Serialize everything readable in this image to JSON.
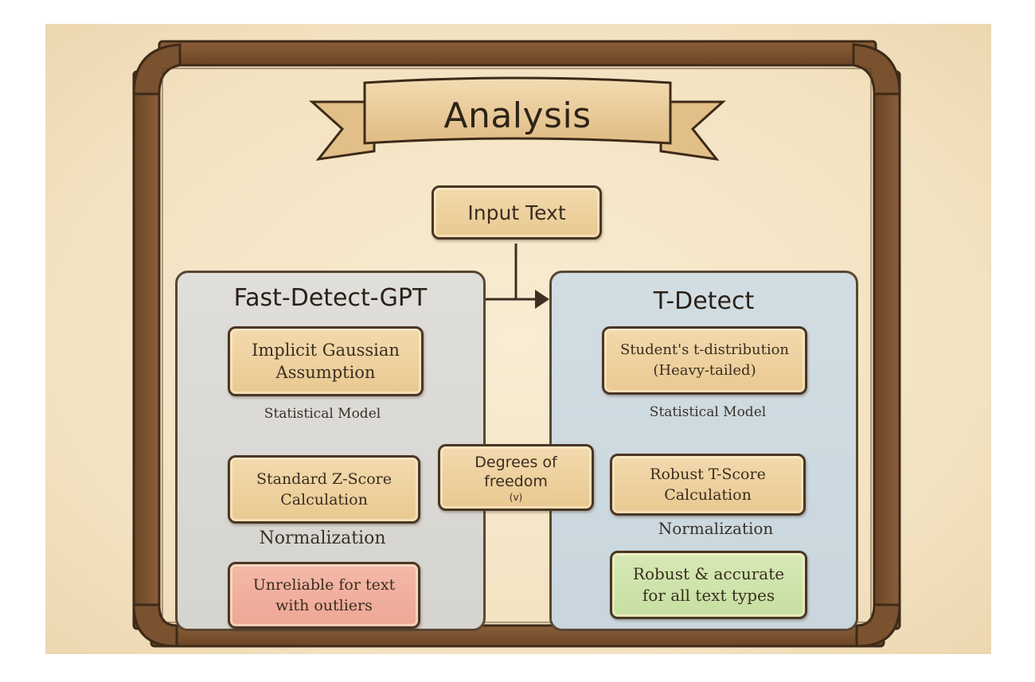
{
  "title": "Analysis",
  "input_node": "Input Text",
  "left_panel": {
    "title": "Fast-Detect-GPT",
    "model_box": {
      "line1": "Implicit Gaussian",
      "line2": "Assumption"
    },
    "model_label": "Statistical Model",
    "score_box": {
      "line1": "Standard Z-Score",
      "line2": "Calculation"
    },
    "norm_label": "Normalization",
    "result_box": {
      "line1": "Unreliable for text",
      "line2": "with outliers"
    }
  },
  "right_panel": {
    "title": "T-Detect",
    "model_box": {
      "line1": "Student's t-distribution",
      "line2": "(Heavy-tailed)"
    },
    "model_label": "Statistical Model",
    "score_box": {
      "line1": "Robust T-Score",
      "line2": "Calculation"
    },
    "norm_label": "Normalization",
    "result_box": {
      "line1": "Robust & accurate",
      "line2": "for all text types"
    }
  },
  "dof_box": {
    "line1": "Degrees of",
    "line2": "freedom",
    "symbol": "(v)"
  },
  "colors": {
    "frame_wood": "#7a5230",
    "frame_dark": "#3e2a18",
    "paper": "#f5e6c8",
    "box_fill": "#ecd09c",
    "left_panel": "#d9d8d4",
    "right_panel": "#cbd7de",
    "result_bad": "#f0ad9c",
    "result_good": "#cfe4aa",
    "ink": "#3a2d20"
  }
}
